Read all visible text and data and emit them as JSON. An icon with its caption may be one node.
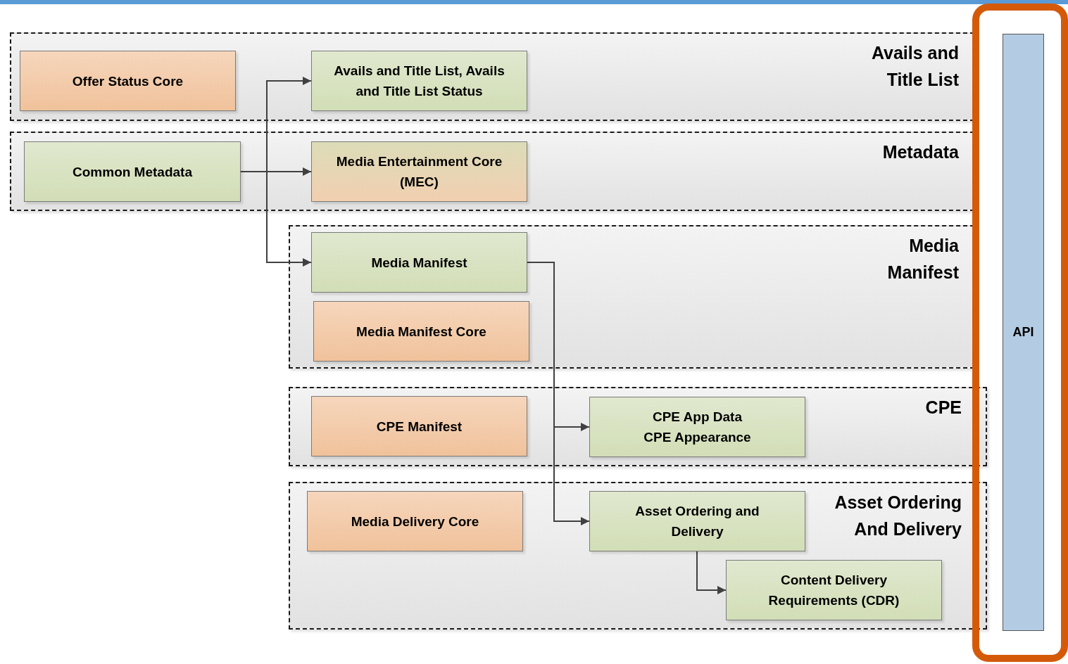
{
  "diagram": {
    "nodes": [
      {
        "text": [
          "Avails and Title List"
        ]
      },
      {
        "text": [
          "Offer Status Core"
        ],
        "in": 0
      },
      {
        "text": [
          "Avails and Title List, Avails and Title List Status"
        ],
        "in": 0
      },
      {
        "text": [
          "Metadata"
        ]
      },
      {
        "text": [
          "Common Metadata"
        ],
        "in": 3
      },
      {
        "text": [
          "Media Entertainment Core (MEC)"
        ],
        "in": 3
      },
      {
        "text": [
          "Media Manifest"
        ]
      },
      {
        "text": [
          "Media Manifest"
        ],
        "in": 6
      },
      {
        "text": [
          "Media Manifest Core"
        ],
        "in": 6
      },
      {
        "text": [
          "CPE"
        ]
      },
      {
        "text": [
          "CPE Manifest"
        ],
        "in": 9
      },
      {
        "text": [
          "CPE App Data CPE Appearance"
        ],
        "in": 9
      },
      {
        "text": [
          "Asset Ordering And Delivery"
        ]
      },
      {
        "text": [
          "Media Delivery Core"
        ],
        "in": 12
      },
      {
        "text": [
          "Asset Ordering and Delivery"
        ],
        "in": 12
      },
      {
        "text": [
          "Content Delivery Requirements (CDR)"
        ],
        "in": 12
      },
      {
        "text": [
          "API"
        ]
      }
    ],
    "edges": [
      {
        "from": 4,
        "to": 2,
        "arrow": "to"
      },
      {
        "from": 4,
        "to": 5,
        "arrow": "to"
      },
      {
        "from": 4,
        "to": 7,
        "arrow": "to"
      },
      {
        "from": 7,
        "to": 11,
        "arrow": "to"
      },
      {
        "from": 7,
        "to": 14,
        "arrow": "to"
      },
      {
        "from": 14,
        "to": 15,
        "arrow": "to"
      }
    ]
  }
}
